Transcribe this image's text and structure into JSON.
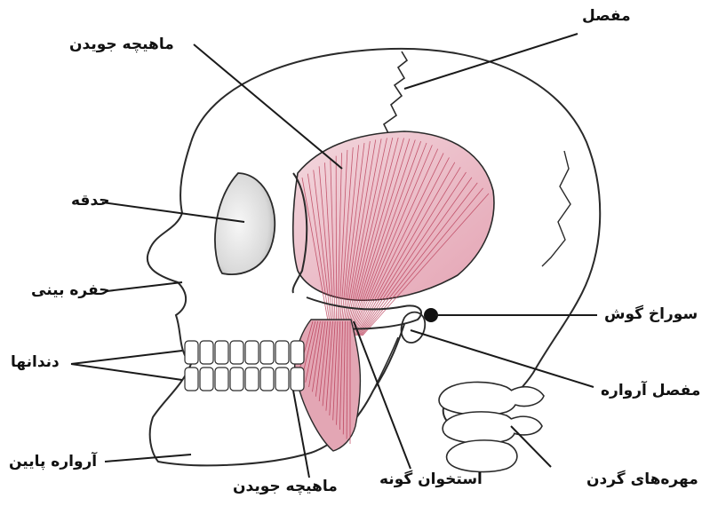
{
  "labels": {
    "suture": "مفصل",
    "temporalis_muscle": "ماهیچه جویدن",
    "orbit": "حدقه",
    "nasal_cavity": "حفره بینی",
    "ear_canal": "سوراخ گوش",
    "teeth": "دندانها",
    "jaw_joint": "مفصل آرواره",
    "lower_jaw": "آرواره پایین",
    "masseter_muscle": "ماهیچه جویدن",
    "cheekbone": "استخوان گونه",
    "neck_vertebrae": "مهره‌های گردن"
  },
  "colors": {
    "outline": "#2a2a2a",
    "muscle": "#b83a55",
    "muscle_light": "#e3a6b4",
    "stipple": "#888888"
  }
}
